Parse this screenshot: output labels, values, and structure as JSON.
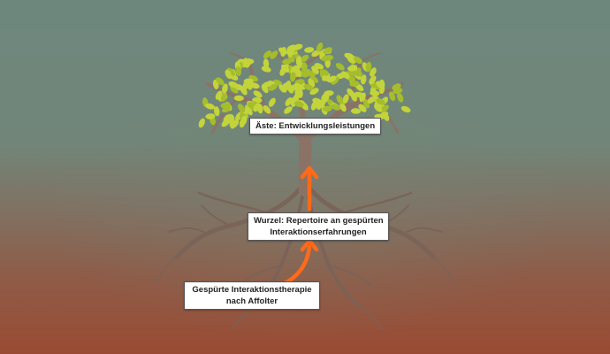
{
  "labels": {
    "branches": "Äste: Entwicklungsleistungen",
    "roots_line1": "Wurzel: Repertoire an gespürten",
    "roots_line2": "Interaktionserfahrungen",
    "therapy_line1": "Gespürte Interaktionstherapie",
    "therapy_line2": "nach Affolter"
  },
  "colors": {
    "trunk": "#8a7366",
    "leaf": "#c2d43a",
    "leaf_dark": "#a5bd2c",
    "arrow": "#ff6a1a"
  }
}
